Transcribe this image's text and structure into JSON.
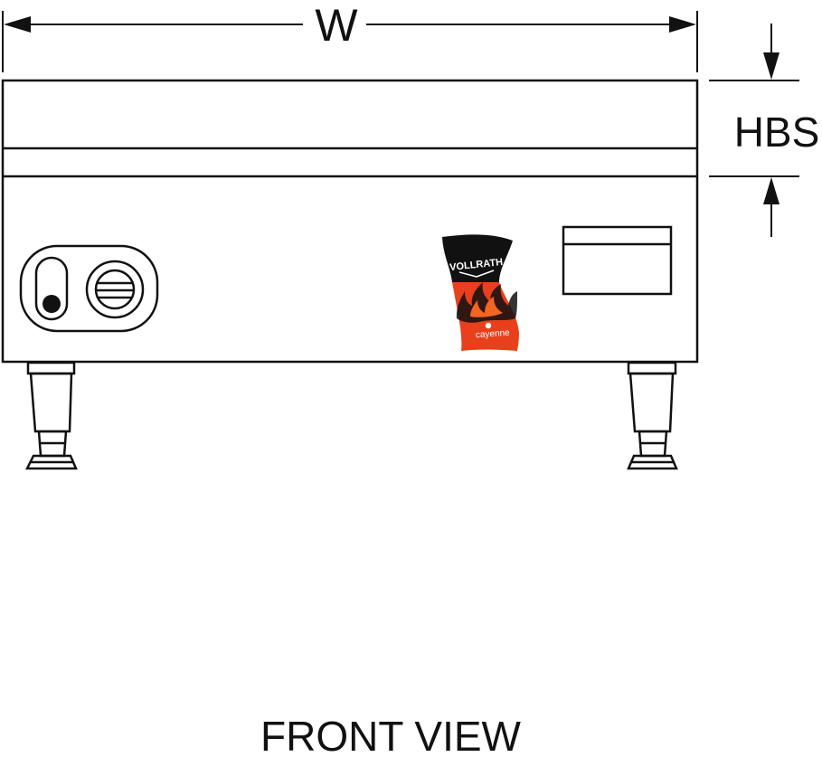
{
  "dimensions": {
    "width_label": "W",
    "height_label": "HBS"
  },
  "caption": "FRONT VIEW",
  "logo": {
    "brand": "VOLLRATH",
    "product": "cayenne",
    "colors": {
      "black": "#111111",
      "flame_red": "#e8401c",
      "flame_orange": "#f26522"
    }
  },
  "colors": {
    "line": "#111111",
    "background": "#ffffff"
  }
}
